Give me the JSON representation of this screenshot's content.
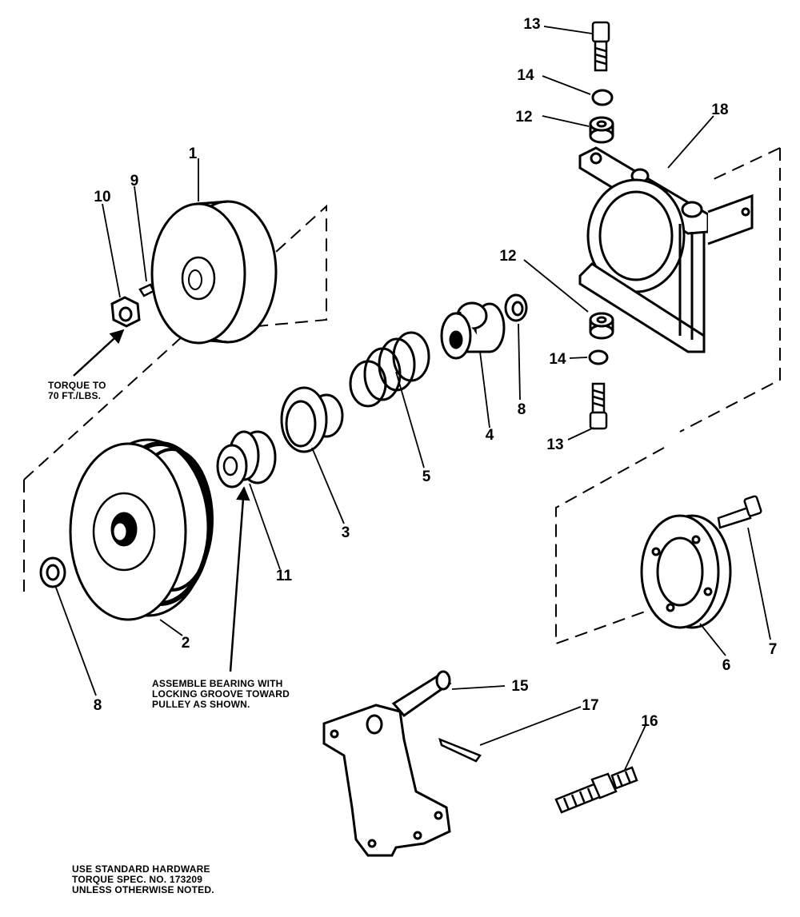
{
  "parts": [
    {
      "id": "p1",
      "label": "1"
    },
    {
      "id": "p2",
      "label": "2"
    },
    {
      "id": "p3",
      "label": "3"
    },
    {
      "id": "p4",
      "label": "4"
    },
    {
      "id": "p5",
      "label": "5"
    },
    {
      "id": "p6",
      "label": "6"
    },
    {
      "id": "p7",
      "label": "7"
    },
    {
      "id": "p8a",
      "label": "8"
    },
    {
      "id": "p8b",
      "label": "8"
    },
    {
      "id": "p9",
      "label": "9"
    },
    {
      "id": "p10",
      "label": "10"
    },
    {
      "id": "p11",
      "label": "11"
    },
    {
      "id": "p12a",
      "label": "12"
    },
    {
      "id": "p12b",
      "label": "12"
    },
    {
      "id": "p13a",
      "label": "13"
    },
    {
      "id": "p13b",
      "label": "13"
    },
    {
      "id": "p14a",
      "label": "14"
    },
    {
      "id": "p14b",
      "label": "14"
    },
    {
      "id": "p15",
      "label": "15"
    },
    {
      "id": "p16",
      "label": "16"
    },
    {
      "id": "p17",
      "label": "17"
    },
    {
      "id": "p18",
      "label": "18"
    }
  ],
  "notes": {
    "torque": [
      "TORQUE TO",
      "70 FT./LBS."
    ],
    "bearing": [
      "ASSEMBLE BEARING WITH",
      "LOCKING GROOVE TOWARD",
      "PULLEY AS SHOWN."
    ],
    "hardware": [
      "USE STANDARD HARDWARE",
      "TORQUE SPEC. NO. 173209",
      "UNLESS OTHERWISE NOTED."
    ]
  }
}
